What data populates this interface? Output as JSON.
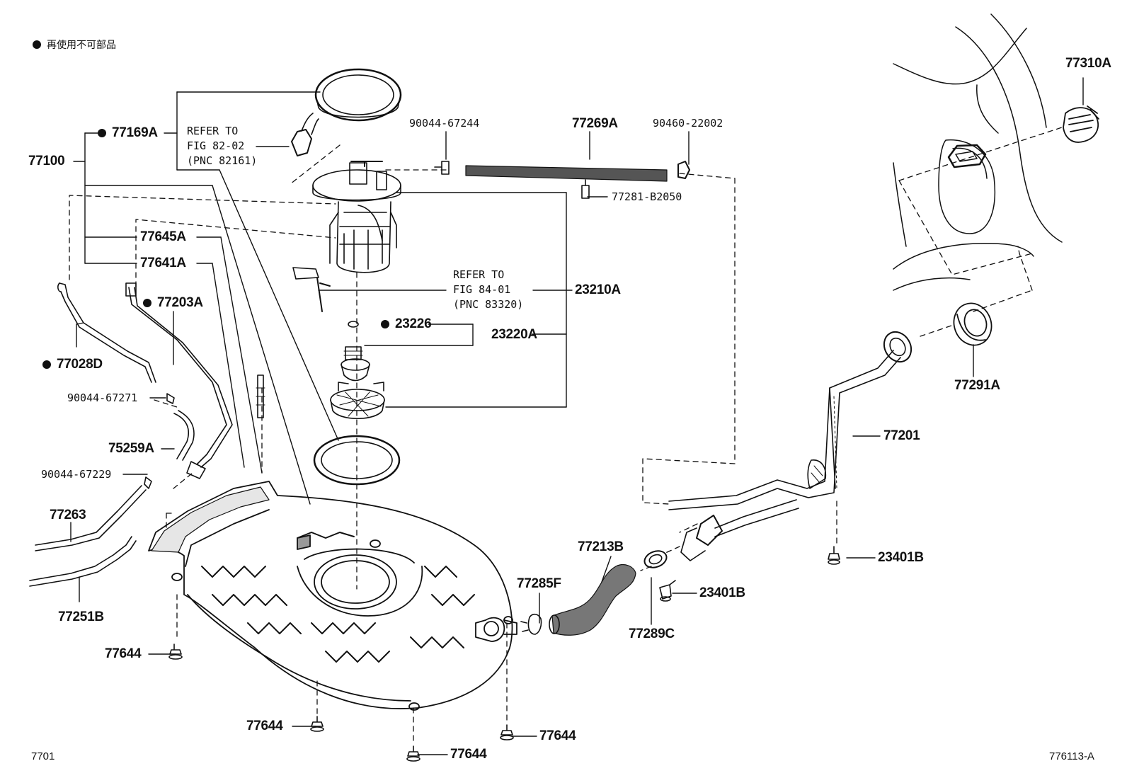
{
  "legend": {
    "text": "再使用不可部品"
  },
  "footer": {
    "left": "7701",
    "right": "776113-A"
  },
  "refs": {
    "fig82": {
      "line1": "REFER TO",
      "line2": "FIG 82-02",
      "line3": "(PNC 82161)"
    },
    "fig84": {
      "line1": "REFER TO",
      "line2": "FIG 84-01",
      "line3": "(PNC 83320)"
    }
  },
  "parts": {
    "p77310A": "77310A",
    "p77169A": "77169A",
    "p77100": "77100",
    "p90044_67244": "90044-67244",
    "p77269A": "77269A",
    "p90460_22002": "90460-22002",
    "p77281_B2050": "77281-B2050",
    "p77645A": "77645A",
    "p77641A": "77641A",
    "p77203A": "77203A",
    "p23210A": "23210A",
    "p23226": "23226",
    "p23220A": "23220A",
    "p77028D": "77028D",
    "p90044_67271": "90044-67271",
    "p75259A": "75259A",
    "p90044_67229": "90044-67229",
    "p77263": "77263",
    "p77251B": "77251B",
    "p77291A": "77291A",
    "p77201": "77201",
    "p77213B": "77213B",
    "p77285F": "77285F",
    "p77289C": "77289C",
    "p23401B_a": "23401B",
    "p23401B_b": "23401B",
    "p77644_a": "77644",
    "p77644_b": "77644",
    "p77644_c": "77644",
    "p77644_d": "77644"
  }
}
